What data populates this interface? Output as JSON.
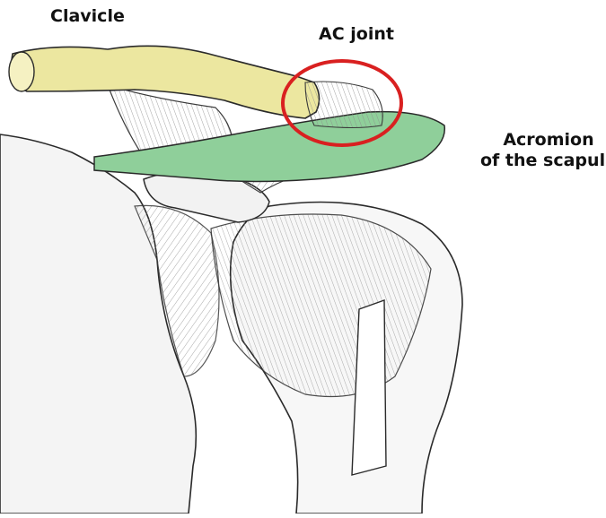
{
  "labels": {
    "clavicle": "Clavicle",
    "ac_joint": "AC joint",
    "acromion_line1": "Acromion",
    "acromion_line2": "of the scapula"
  },
  "colors": {
    "clavicle_highlight": "#ece7a0",
    "acromion_highlight": "#8fcf9a",
    "circle": "#d92020",
    "line_art": "#2a2a2a"
  }
}
